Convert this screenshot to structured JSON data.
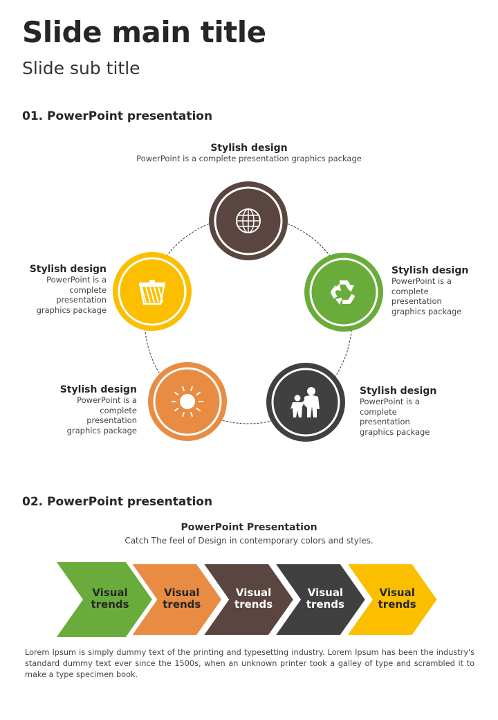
{
  "title": "Slide main title",
  "subtitle": "Slide sub title",
  "section1": {
    "heading": "01. PowerPoint presentation",
    "items": [
      {
        "title": "Stylish design",
        "text": "PowerPoint is a complete presentation graphics package",
        "icon": "globe-icon",
        "color": "#5a4540"
      },
      {
        "title": "Stylish design",
        "text": "PowerPoint is a complete presentation graphics package",
        "icon": "recycle-icon",
        "color": "#6aac3c"
      },
      {
        "title": "Stylish design",
        "text": "PowerPoint is a complete presentation graphics package",
        "icon": "family-icon",
        "color": "#404040"
      },
      {
        "title": "Stylish design",
        "text": "PowerPoint is a complete presentation graphics package",
        "icon": "sun-icon",
        "color": "#e98c43"
      },
      {
        "title": "Stylish design",
        "text": "PowerPoint is a complete presentation graphics package",
        "icon": "trash-icon",
        "color": "#fbbf00"
      }
    ]
  },
  "section2": {
    "heading": "02. PowerPoint presentation",
    "title": "PowerPoint Presentation",
    "subtitle": "Catch The feel of Design in contemporary colors and styles.",
    "chevrons": [
      {
        "line1": "Visual",
        "line2": "trends",
        "color": "#6aac3c"
      },
      {
        "line1": "Visual",
        "line2": "trends",
        "color": "#e98c43"
      },
      {
        "line1": "Visual",
        "line2": "trends",
        "color": "#5a4540"
      },
      {
        "line1": "Visual",
        "line2": "trends",
        "color": "#404040"
      },
      {
        "line1": "Visual",
        "line2": "trends",
        "color": "#fbbf00"
      }
    ],
    "body": "Lorem Ipsum is simply dummy text of the printing and typesetting industry. Lorem Ipsum has been the industry's standard dummy text ever since the 1500s, when an unknown printer took a galley of type and scrambled it to make a type specimen book."
  }
}
